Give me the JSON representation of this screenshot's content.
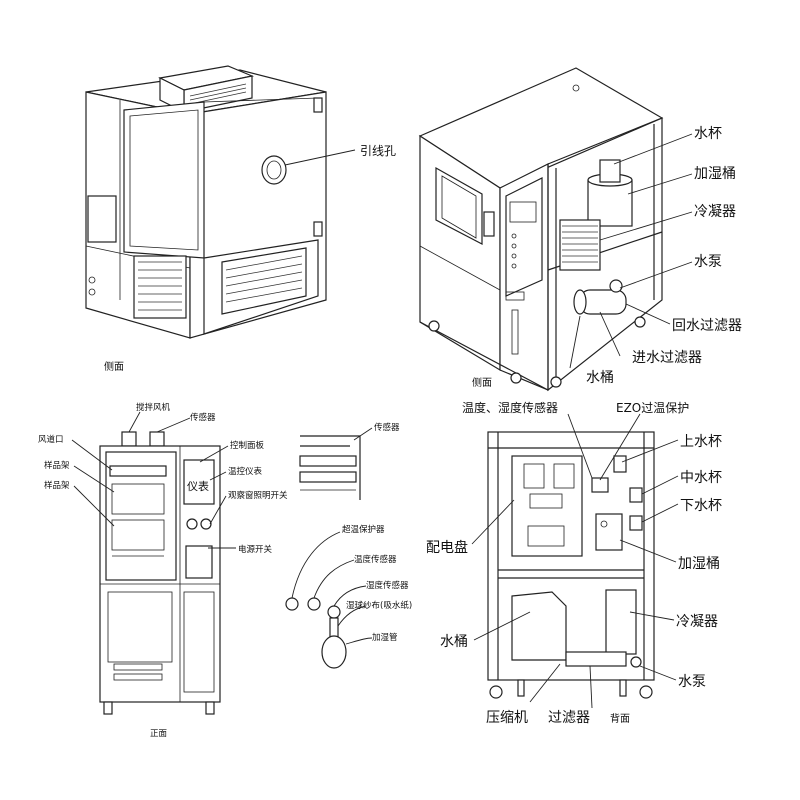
{
  "views": {
    "side_left": {
      "caption": "侧面",
      "labels": {
        "cable_hole": "引线孔"
      }
    },
    "side_right": {
      "caption": "侧面",
      "labels": {
        "water_cup": "水杯",
        "humidifier_tank": "加湿桶",
        "condenser": "冷凝器",
        "water_pump": "水泵",
        "return_filter": "回水过滤器",
        "inlet_filter": "进水过滤器",
        "water_bucket": "水桶"
      }
    },
    "front": {
      "caption": "正面",
      "labels": {
        "stir_fan": "搅拌风机",
        "sensor": "传感器",
        "air_vent": "风道口",
        "sample_rack_1": "样品架",
        "sample_rack_2": "样品架",
        "control_panel": "控制面板",
        "temp_controller": "温控仪表",
        "meter": "仪表",
        "light_switch": "观察窗照明开关",
        "power_switch": "电源开关"
      }
    },
    "detail": {
      "labels": {
        "sensor": "传感器",
        "over_temp": "超温保护器",
        "temp_sensor": "温度传感器",
        "humidity_sensor": "湿度传感器",
        "wet_gauze": "湿球纱布(吸水纸)",
        "humidifier_pipe": "加湿管"
      }
    },
    "back": {
      "caption": "背面",
      "labels": {
        "temp_hum_sensor": "温度、湿度传感器",
        "ezo": "EZO过温保护",
        "upper_cup": "上水杯",
        "middle_cup": "中水杯",
        "lower_cup": "下水杯",
        "distribution_board": "配电盘",
        "humidifier_tank": "加湿桶",
        "condenser": "冷凝器",
        "water_bucket": "水桶",
        "water_pump": "水泵",
        "compressor": "压缩机",
        "filter": "过滤器"
      }
    }
  }
}
